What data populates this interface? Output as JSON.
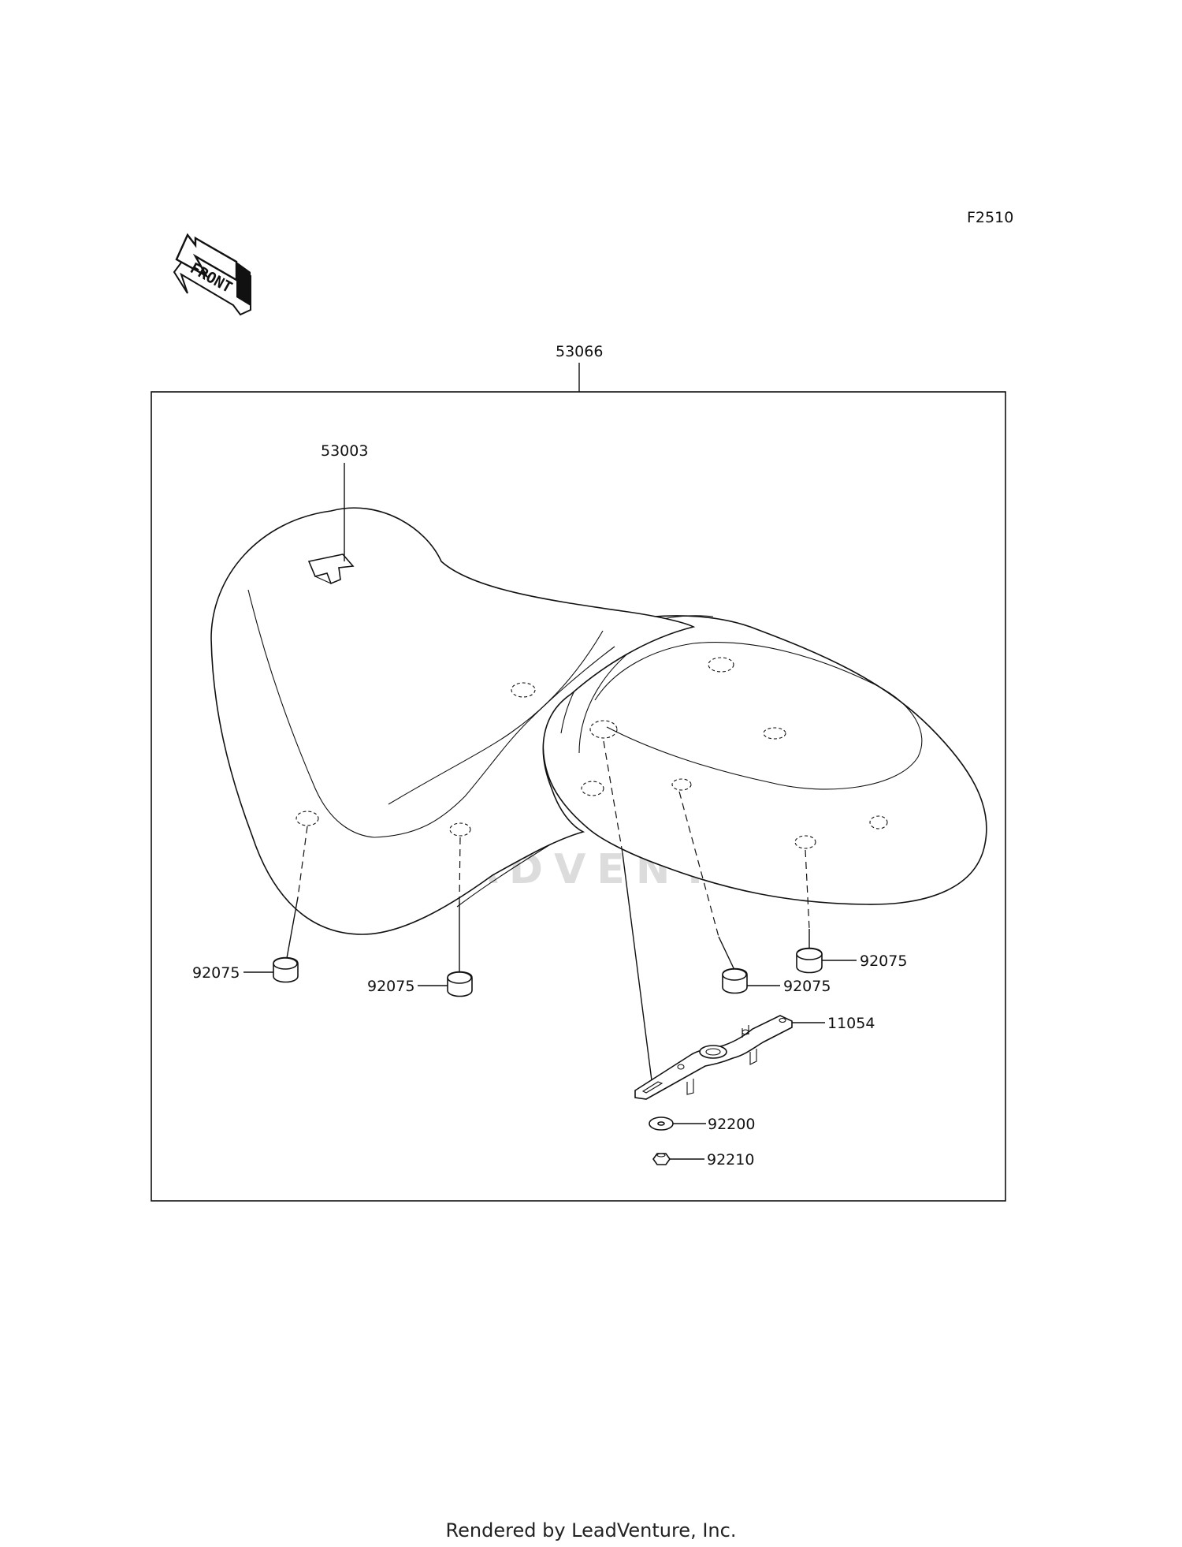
{
  "figure_code": "F2510",
  "front_label": "FRONT",
  "watermark": "LEADVENTURE",
  "parts": {
    "seat_assembly": "53066",
    "seat_cover": "53003",
    "damper_front_left": "92075",
    "damper_front_mid": "92075",
    "damper_rear_mid": "92075",
    "damper_rear_right": "92075",
    "bracket": "11054",
    "washer": "92200",
    "nut": "92210"
  },
  "footer": "Rendered by LeadVenture, Inc."
}
